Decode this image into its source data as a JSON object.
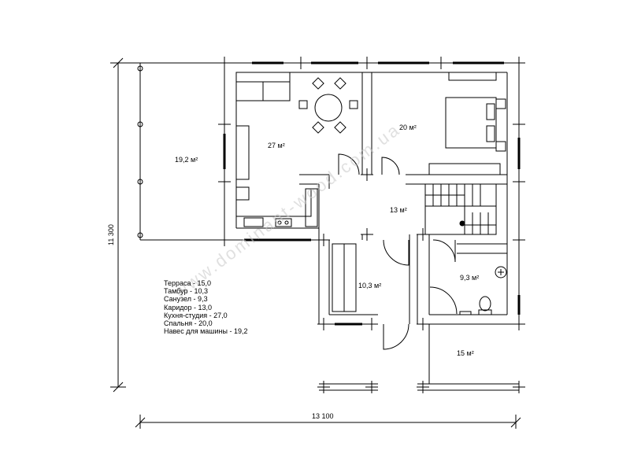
{
  "rooms": {
    "terrace": "19,2 м²",
    "kitchen": "27 м²",
    "bedroom": "20 м²",
    "corridor": "13 м²",
    "vestibule": "10,3 м²",
    "bathroom": "9,3 м²",
    "carport": "15 м²"
  },
  "legend": [
    "Терраса - 15,0",
    "Тамбур - 10,3",
    "Санузел - 9,3",
    "Каридор - 13,0",
    "Кухня-студия - 27,0",
    "Спальня - 20,0",
    "Навес для машины - 19,2"
  ],
  "dimensions": {
    "width": "13 100",
    "height": "11 300"
  },
  "watermark": "www.dominant-wood.com.ua"
}
